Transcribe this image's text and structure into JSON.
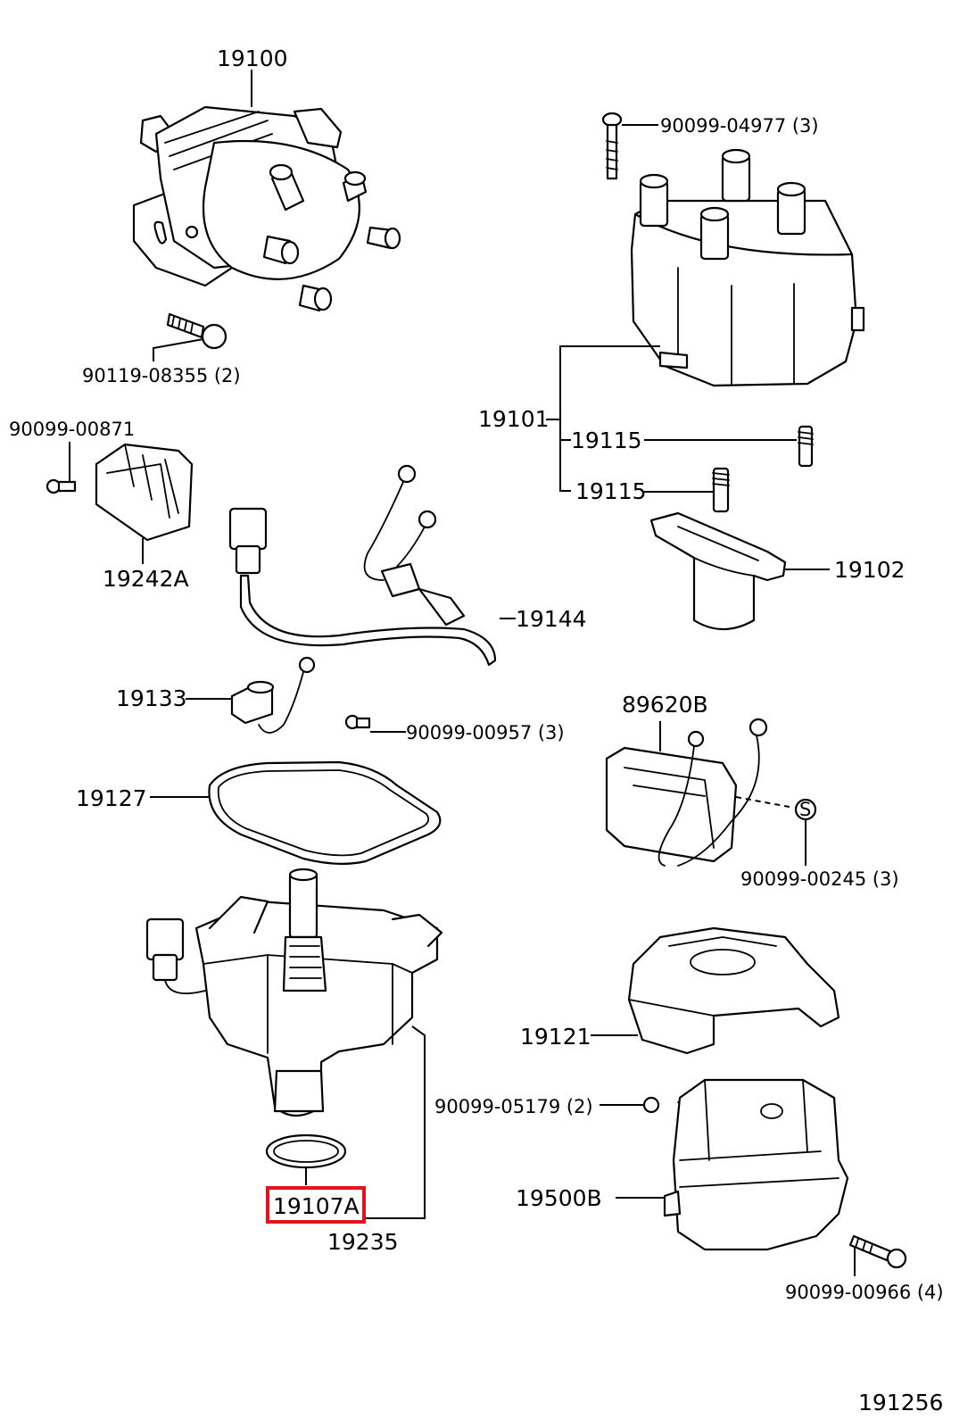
{
  "labels": {
    "l19100": "19100",
    "l90099_04977": "90099-04977 (3)",
    "l90119_08355": "90119-08355 (2)",
    "l19101": "19101",
    "l19115a": "19115",
    "l19115b": "19115",
    "l90099_00871": "90099-00871",
    "l19242A": "19242A",
    "l19102": "19102",
    "l19144": "19144",
    "l19133": "19133",
    "l90099_00957": "90099-00957 (3)",
    "l89620B": "89620B",
    "l19127": "19127",
    "l90099_00245": "90099-00245 (3)",
    "l19121": "19121",
    "l90099_05179": "90099-05179 (2)",
    "l19500B": "19500B",
    "l19107A": "19107A",
    "l19235": "19235",
    "l90099_00966": "90099-00966 (4)",
    "l191256": "191256",
    "washer_mark": "S"
  },
  "highlight": {
    "part": "19107A",
    "color": "#e0141e"
  }
}
